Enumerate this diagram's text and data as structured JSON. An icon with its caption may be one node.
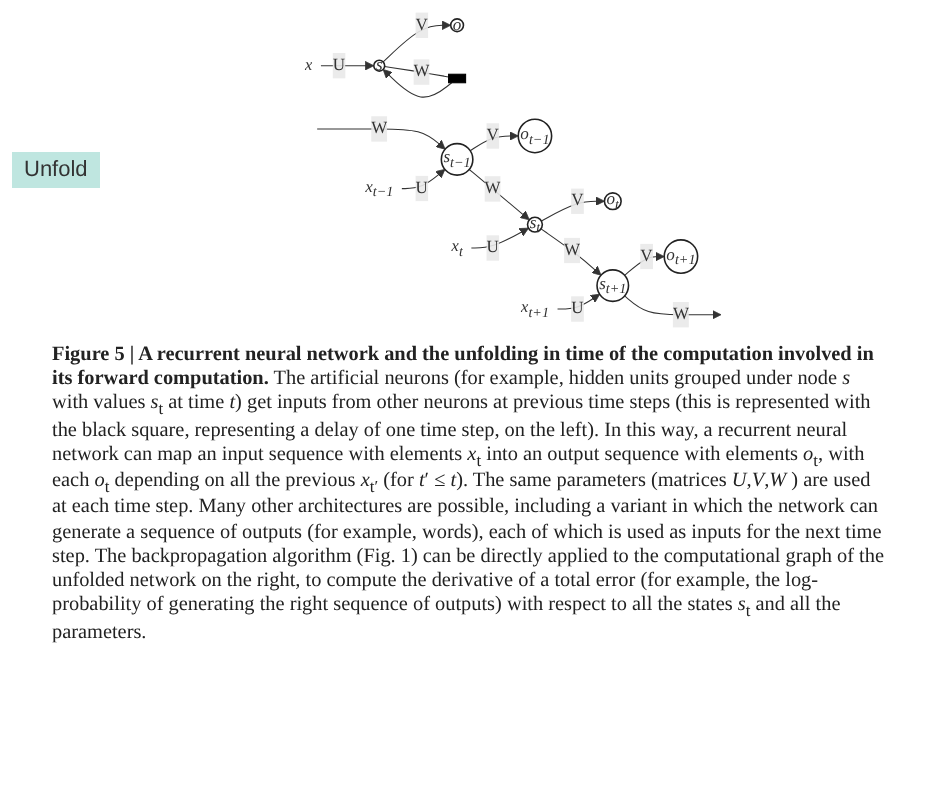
{
  "diagram": {
    "caption": "**Figure 5 | A recurrent neural network and the unfolding in time of the computation involved in its forward computation.** The artificial neurons (for example, hidden units grouped under node *s* with values *s*$_{t}$ at time *t*) get inputs from other neurons at previous time steps (this is represented with the black square, representing a delay of one time step, on the left). In this way, a recurrent neural network can map an input sequence with elements *x*$_{t}$ into an output sequence with elements *o*$_{t}$, with each *o*$_{t}$ depending on all the previous *x*$_{t′}$ (for *t*′ ≤ *t*). The same parameters (matrices *U*,*V*,*W* ) are used at each time step. Many other architectures are possible, including a variant in which the network can generate a sequence of outputs (for example, words), each of which is used as inputs for the next time step. The backpropagation algorithm (Fig. 1) can be directly applied to the computational graph of the unfolded network on the right, to compute the derivative of a total error (for example, the log-probability of generating the right sequence of outputs) with respect to all the states *s*$_{t}$ and all the parameters.",
    "nodes": [
      {
        "text": [
          "o"
        ]
      },
      {
        "text": [
          "s"
        ]
      },
      {
        "text": [
          "x"
        ]
      },
      {
        "text": [],
        "shape": "box"
      },
      {
        "text": [
          "o$_{t−1}$"
        ]
      },
      {
        "text": [
          "o$_{t}$"
        ]
      },
      {
        "text": [
          "o$_{t+1}$"
        ]
      },
      {
        "text": [
          "s$_{t−1}$"
        ]
      },
      {
        "text": [
          "s$_{t}$"
        ]
      },
      {
        "text": [
          "s$_{t+1}$"
        ]
      },
      {
        "text": [
          "x$_{t−1}$"
        ]
      },
      {
        "text": [
          "x$_{t}$"
        ]
      },
      {
        "text": [
          "x$_{t+1}$"
        ]
      }
    ],
    "edges": [
      {
        "from": 1,
        "to": 0,
        "arrow": "to",
        "label": "V"
      },
      {
        "from": 2,
        "to": 1,
        "arrow": "to",
        "label": "U"
      },
      {
        "from": 1,
        "to": 3,
        "arrow": "none",
        "label": "W"
      },
      {
        "from": 3,
        "to": 1,
        "arrow": "to"
      },
      {
        "from": null,
        "to": 7,
        "arrow": "to",
        "label": "W"
      },
      {
        "from": 7,
        "to": 8,
        "arrow": "to",
        "label": "W"
      },
      {
        "from": 8,
        "to": 9,
        "arrow": "to",
        "label": "W"
      },
      {
        "from": 9,
        "to": null,
        "arrow": "to",
        "label": "W"
      },
      {
        "from": 7,
        "to": 4,
        "arrow": "to",
        "label": "V"
      },
      {
        "from": 8,
        "to": 5,
        "arrow": "to",
        "label": "V"
      },
      {
        "from": 9,
        "to": 6,
        "arrow": "to",
        "label": "V"
      },
      {
        "from": 10,
        "to": 7,
        "arrow": "to",
        "label": "U"
      },
      {
        "from": 11,
        "to": 8,
        "arrow": "to",
        "label": "U"
      },
      {
        "from": 12,
        "to": 9,
        "arrow": "to",
        "label": "U"
      }
    ],
    "labels": [
      "Unfold"
    ]
  }
}
